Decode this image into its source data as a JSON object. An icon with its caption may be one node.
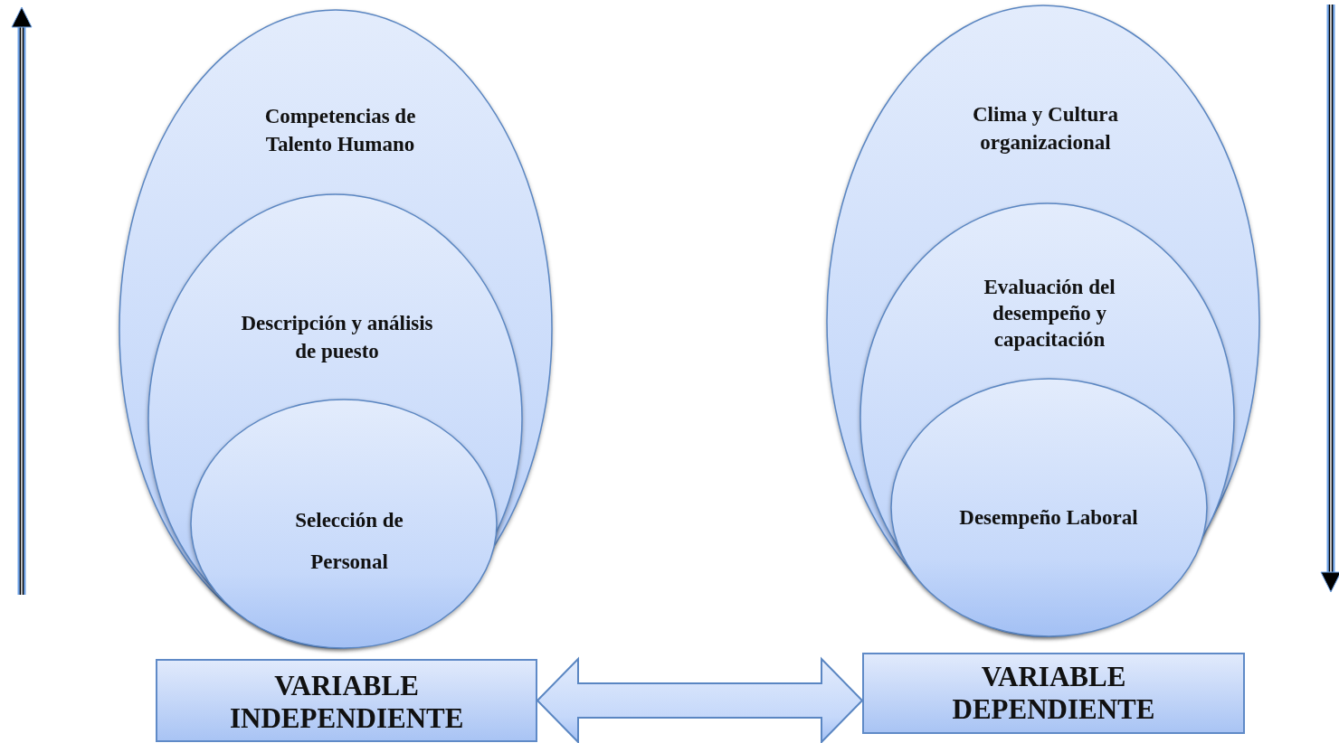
{
  "diagram": {
    "nodes": [
      {
        "text": [
          "Competencias de Talento Humano"
        ]
      },
      {
        "text": [
          "Descripción y análisis de puesto"
        ],
        "in": 0
      },
      {
        "text": [
          "Selección de Personal"
        ],
        "in": 1
      },
      {
        "text": [
          "Clima y Cultura organizacional"
        ]
      },
      {
        "text": [
          "Evaluación del desempeño y capacitación"
        ],
        "in": 3
      },
      {
        "text": [
          "Desempeño Laboral"
        ],
        "in": 4
      },
      {
        "text": [
          "VARIABLE INDEPENDIENTE"
        ]
      },
      {
        "text": [
          "VARIABLE DEPENDIENTE"
        ]
      }
    ],
    "edges": [
      {
        "from": 6,
        "to": 7,
        "arrow": "both"
      }
    ]
  }
}
